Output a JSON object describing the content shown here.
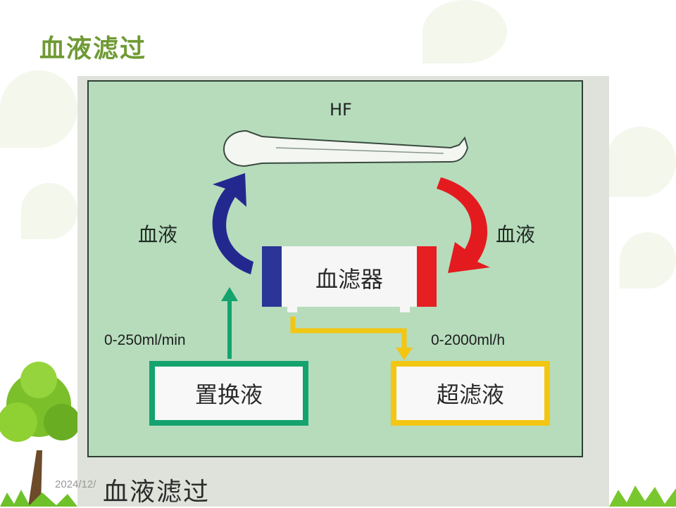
{
  "slide": {
    "title": "血液滤过",
    "date": "2024/12/"
  },
  "diagram": {
    "mode_label": "HF",
    "left_flow_label": "血液",
    "right_flow_label": "血液",
    "filter_label": "血滤器",
    "replacement_rate": "0-250ml/min",
    "ultrafiltrate_rate": "0-2000ml/h",
    "replacement_box": "置换液",
    "ultrafiltrate_box": "超滤液",
    "caption": "血液滤过",
    "colors": {
      "panel": "#b6dcbc",
      "venous_arrow": "#23288f",
      "arterial_arrow": "#e31b1f",
      "replacement": "#14a36e",
      "ultrafiltrate": "#f2c613"
    }
  }
}
